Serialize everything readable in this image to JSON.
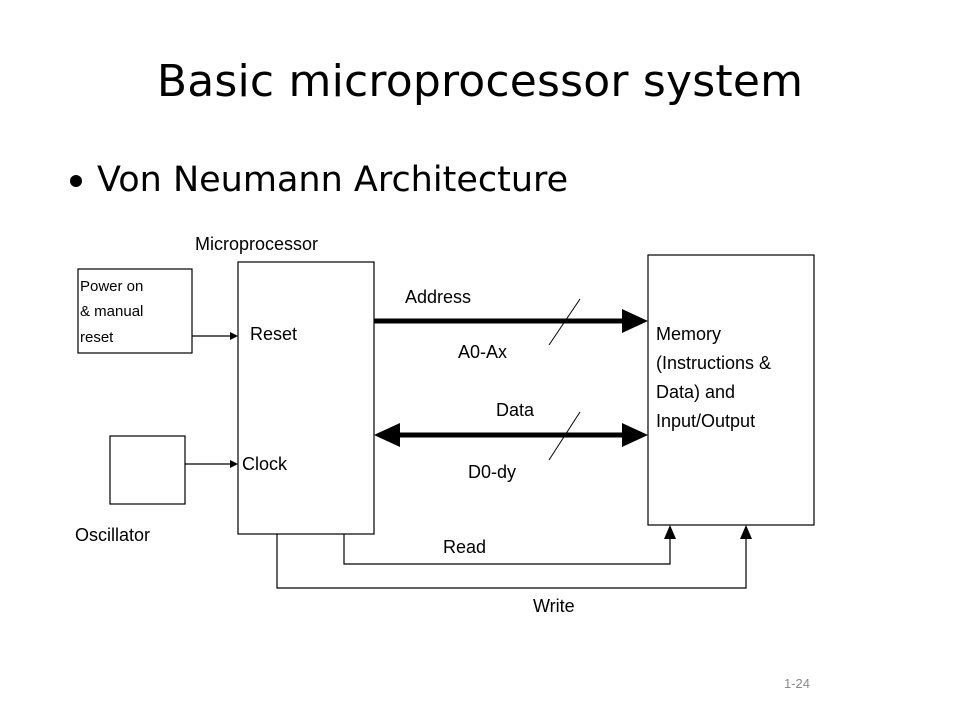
{
  "slide": {
    "title": "Basic microprocessor system",
    "bullet": "Von Neumann Architecture",
    "page_number": "1-24"
  },
  "diagram": {
    "microprocessor_label": "Microprocessor",
    "power_box_lines": [
      "Power on",
      "& manual",
      "reset"
    ],
    "reset_label": "Reset",
    "clock_label": "Clock",
    "oscillator_label": "Oscillator",
    "address_label": "Address",
    "address_bus_label": "A0-Ax",
    "data_label": "Data",
    "data_bus_label": "D0-dy",
    "memory_lines": [
      "Memory",
      "(Instructions &",
      "Data) and",
      "Input/Output"
    ],
    "read_label": "Read",
    "write_label": "Write"
  }
}
